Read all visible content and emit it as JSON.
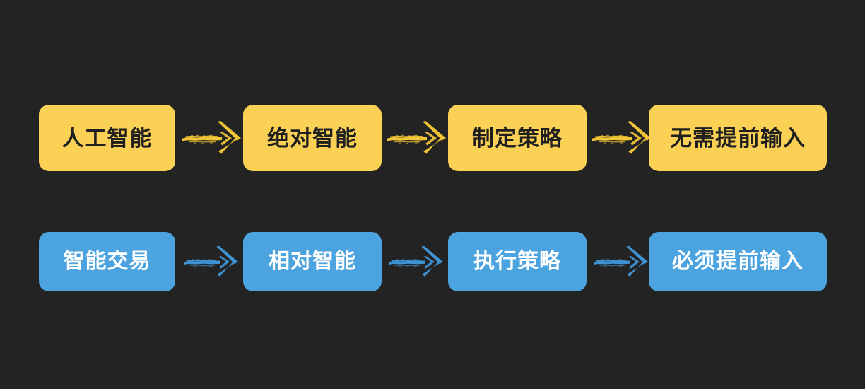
{
  "background_color": "#232323",
  "diagram": {
    "type": "two-row-flow",
    "rows": [
      {
        "id": "row-ai",
        "accent_color": "#FAD155",
        "text_color": "#1f1f1f",
        "arrow_color": "#F2C537",
        "arrow_icon": "brush-arrow-right-icon",
        "nodes": [
          {
            "label": "人工智能"
          },
          {
            "label": "绝对智能"
          },
          {
            "label": "制定策略"
          },
          {
            "label": "无需提前输入"
          }
        ],
        "connectors": [
          {
            "icon": "arrow-right-icon"
          },
          {
            "icon": "arrow-right-icon"
          },
          {
            "icon": "arrow-right-icon"
          }
        ]
      },
      {
        "id": "row-trading",
        "accent_color": "#4BA3DF",
        "text_color": "#FFFFFF",
        "arrow_color": "#3E93D4",
        "arrow_icon": "brush-arrow-right-icon",
        "nodes": [
          {
            "label": "智能交易"
          },
          {
            "label": "相对智能"
          },
          {
            "label": "执行策略"
          },
          {
            "label": "必须提前输入"
          }
        ],
        "connectors": [
          {
            "icon": "arrow-right-icon"
          },
          {
            "icon": "arrow-right-icon"
          },
          {
            "icon": "arrow-right-icon"
          }
        ]
      }
    ]
  }
}
